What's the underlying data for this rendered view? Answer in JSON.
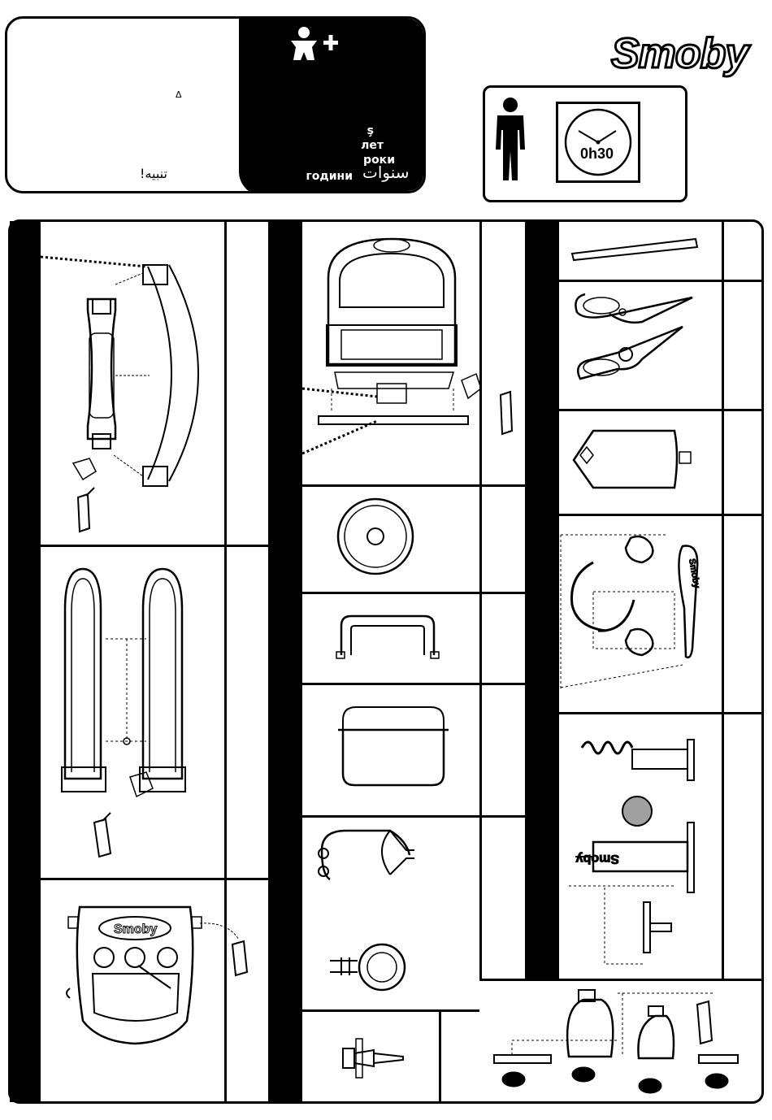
{
  "header": {
    "warning_arabic": "تنبيه!",
    "warning_triangle": "Δ",
    "age_lines": [
      "ş",
      "лет",
      "роки",
      "години"
    ],
    "age_arabic": "سنوات",
    "clock_time": "0h30",
    "icons": [
      "child-plus-icon",
      "adult-figure-icon",
      "clock-icon",
      "warning-triangle-icon"
    ]
  },
  "brand": {
    "logo": "Smoby",
    "part_labels": [
      "Smoby",
      "Smoby",
      "Smoby",
      "Smoby"
    ]
  },
  "colors": {
    "ink": "#000000",
    "paper": "#ffffff",
    "grey_fill": "#a0a0a0"
  }
}
